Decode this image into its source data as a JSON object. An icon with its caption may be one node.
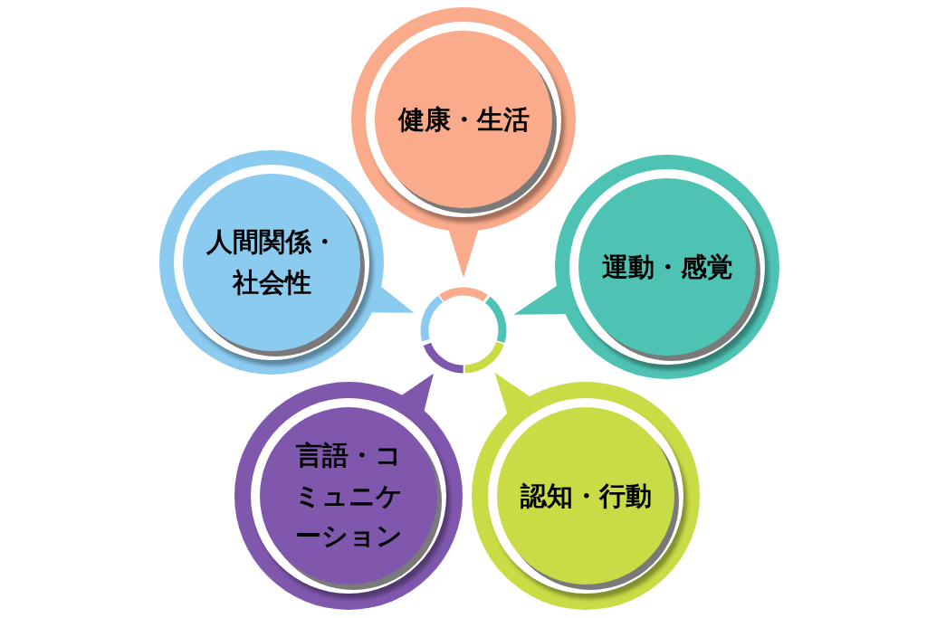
{
  "diagram": {
    "nodes": [
      {
        "text": [
          "健康・生活"
        ]
      },
      {
        "text": [
          "人間関係・社会性"
        ]
      },
      {
        "text": [
          "運動・感覚"
        ]
      },
      {
        "text": [
          "言語・コミュニケーション"
        ]
      },
      {
        "text": [
          "認知・行動"
        ]
      },
      {
        "text": [],
        "shape": "circle"
      }
    ]
  }
}
